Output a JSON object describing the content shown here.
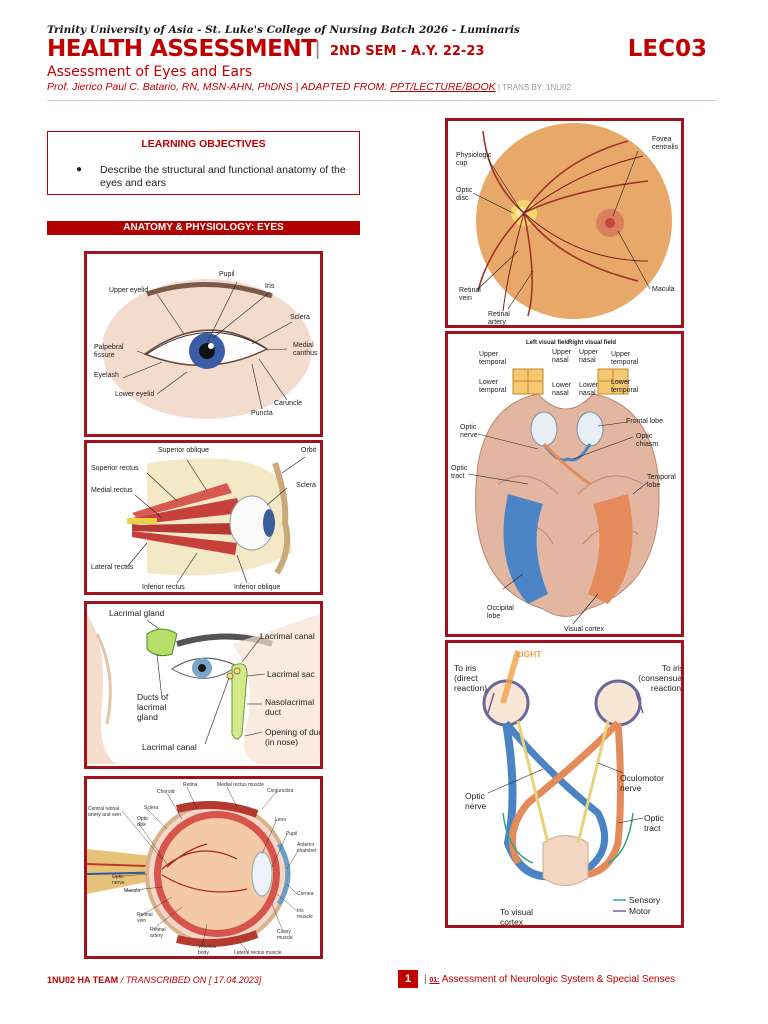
{
  "header": {
    "institution": "Trinity University of Asia - St. Luke's College of Nursing Batch 2026 - Luminaris",
    "course": "HEALTH ASSESSMENT",
    "separator": "|",
    "semester": "2ND SEM - A.Y. 22-23",
    "lecture_code": "LEC03",
    "topic": "Assessment of Eyes and Ears",
    "professor": "Prof. Jierico Paul C. Batario, RN, MSN-AHN, PhDNS | ADAPTED FROM: ",
    "source": "PPT/LECTURE/BOOK",
    "trans_by": " | TRANS BY: 1NU02"
  },
  "objectives": {
    "title": "LEARNING OBJECTIVES",
    "bullet": "●",
    "items": [
      "Describe the structural and functional anatomy of the eyes and ears"
    ]
  },
  "section": {
    "title": "ANATOMY & PHYSIOLOGY: EYES"
  },
  "figures": {
    "external_eye": {
      "labels": [
        "Pupil",
        "Upper eyelid",
        "Iris",
        "Sclera",
        "Palpebral fissure",
        "Medial canthus",
        "Eyelash",
        "Lower eyelid",
        "Caruncle",
        "Puncta"
      ]
    },
    "muscles": {
      "labels": [
        "Superior oblique",
        "Orbit",
        "Superior rectus",
        "Sclera",
        "Medial rectus",
        "Lateral rectus",
        "Inferior rectus",
        "Inferior oblique"
      ]
    },
    "lacrimal": {
      "labels": [
        "Lacrimal gland",
        "Lacrimal canal",
        "Lacrimal sac",
        "Ducts of lacrimal gland",
        "Nasolacrimal duct",
        "Opening of duct (in nose)",
        "Lacrimal canal"
      ]
    },
    "cross_section": {
      "labels": [
        "Retina",
        "Medial rectus muscle",
        "Choroid",
        "Conjunctiva",
        "Central retinal artery and vein",
        "Sclera",
        "Optic disk",
        "Lens",
        "Pupil",
        "Anterior chamber",
        "Optic nerve",
        "Macula",
        "Cornea",
        "Retinal vein",
        "Iris muscle",
        "Retinal artery",
        "Ciliary muscle",
        "Vitreous body",
        "Lateral rectus muscle"
      ]
    },
    "fundus": {
      "labels": [
        "Fovea centralis",
        "Physiologic cup",
        "Optic disc",
        "Retinal vein",
        "Retinal artery",
        "Macula"
      ]
    },
    "visual_pathway": {
      "labels": [
        "Left visual field",
        "Right visual field",
        "Upper temporal",
        "Upper nasal",
        "Upper nasal",
        "Upper temporal",
        "Lower temporal",
        "Lower nasal",
        "Lower nasal",
        "Lower temporal",
        "Frontal lobe",
        "Optic nerve",
        "Optic chiasm",
        "Optic tract",
        "Temporal lobe",
        "Occipital lobe",
        "Visual cortex"
      ]
    },
    "pupillary_reflex": {
      "labels": [
        "LIGHT",
        "To iris (direct reaction)",
        "To iris (consensual reaction)",
        "Optic nerve",
        "Oculomotor nerve",
        "Optic tract",
        "To visual cortex",
        "Sensory",
        "Motor"
      ]
    }
  },
  "footer": {
    "team": "1NU02 HA TEAM",
    "transcribed": " / TRANSCRIBED ON [ 17.04.2023]",
    "page": "1",
    "pipe": "|",
    "lecture": "01:",
    "title": " Assessment of Neurologic System & Special Senses"
  }
}
